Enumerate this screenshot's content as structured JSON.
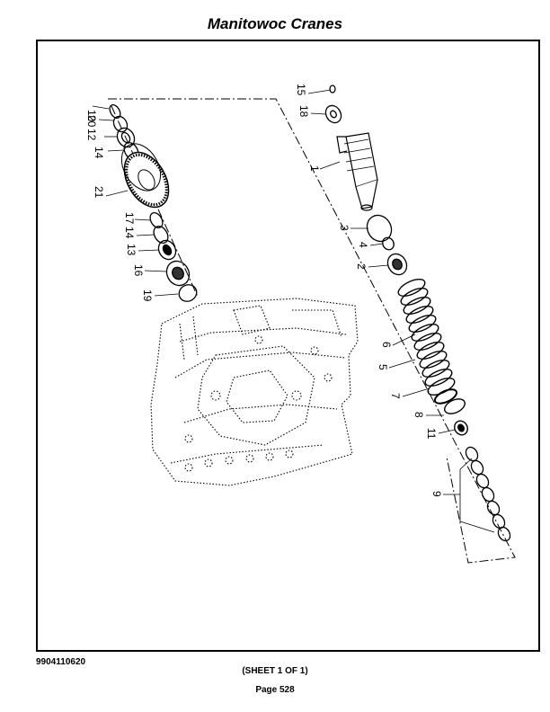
{
  "header": {
    "title": "Manitowoc Cranes"
  },
  "footer": {
    "doc_number": "9904110620",
    "sheet": "(SHEET 1 OF 1)",
    "page": "Page 528"
  },
  "diagram": {
    "callouts": {
      "c10": "10",
      "c20": "20",
      "c12": "12",
      "c14a": "14",
      "c21": "21",
      "c17": "17",
      "c14b": "14",
      "c13": "13",
      "c16": "16",
      "c19": "19",
      "c15": "15",
      "c18": "18",
      "c1": "1",
      "c3": "3",
      "c4": "4",
      "c2": "2",
      "c6": "6",
      "c5": "5",
      "c7": "7",
      "c8": "8",
      "c11": "11",
      "c9": "9"
    }
  }
}
